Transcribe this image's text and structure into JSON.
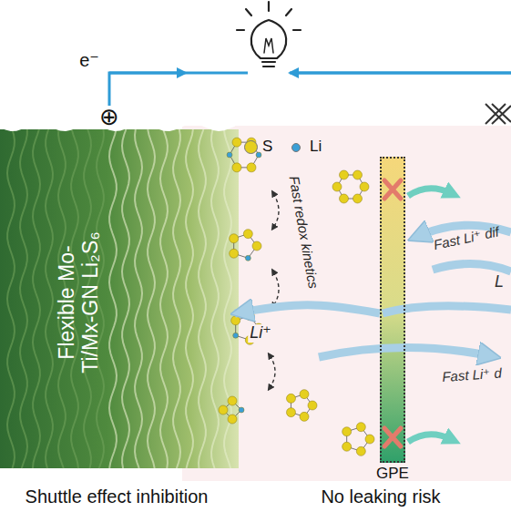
{
  "diagram": {
    "nodes": [
      {
        "text": [
          "Flexible Mo-Ti/Mx-GN Li₂S₆"
        ]
      },
      {
        "text": [
          "GPE"
        ]
      }
    ],
    "edges": [
      {
        "from": 1,
        "to": 0,
        "arrow": "to",
        "label": "Li⁺"
      }
    ],
    "labels": [
      "e⁻",
      "⊕",
      "Fast redox kinetics",
      "Fast Li⁺ dif",
      "L",
      "Fast Li⁺ d",
      "Shuttle effect inhibition",
      "No leaking risk"
    ],
    "legend": [
      {
        "text": "S",
        "color": "#e6cf1e"
      },
      {
        "text": "Li",
        "color": "#3b9fd6"
      }
    ]
  }
}
